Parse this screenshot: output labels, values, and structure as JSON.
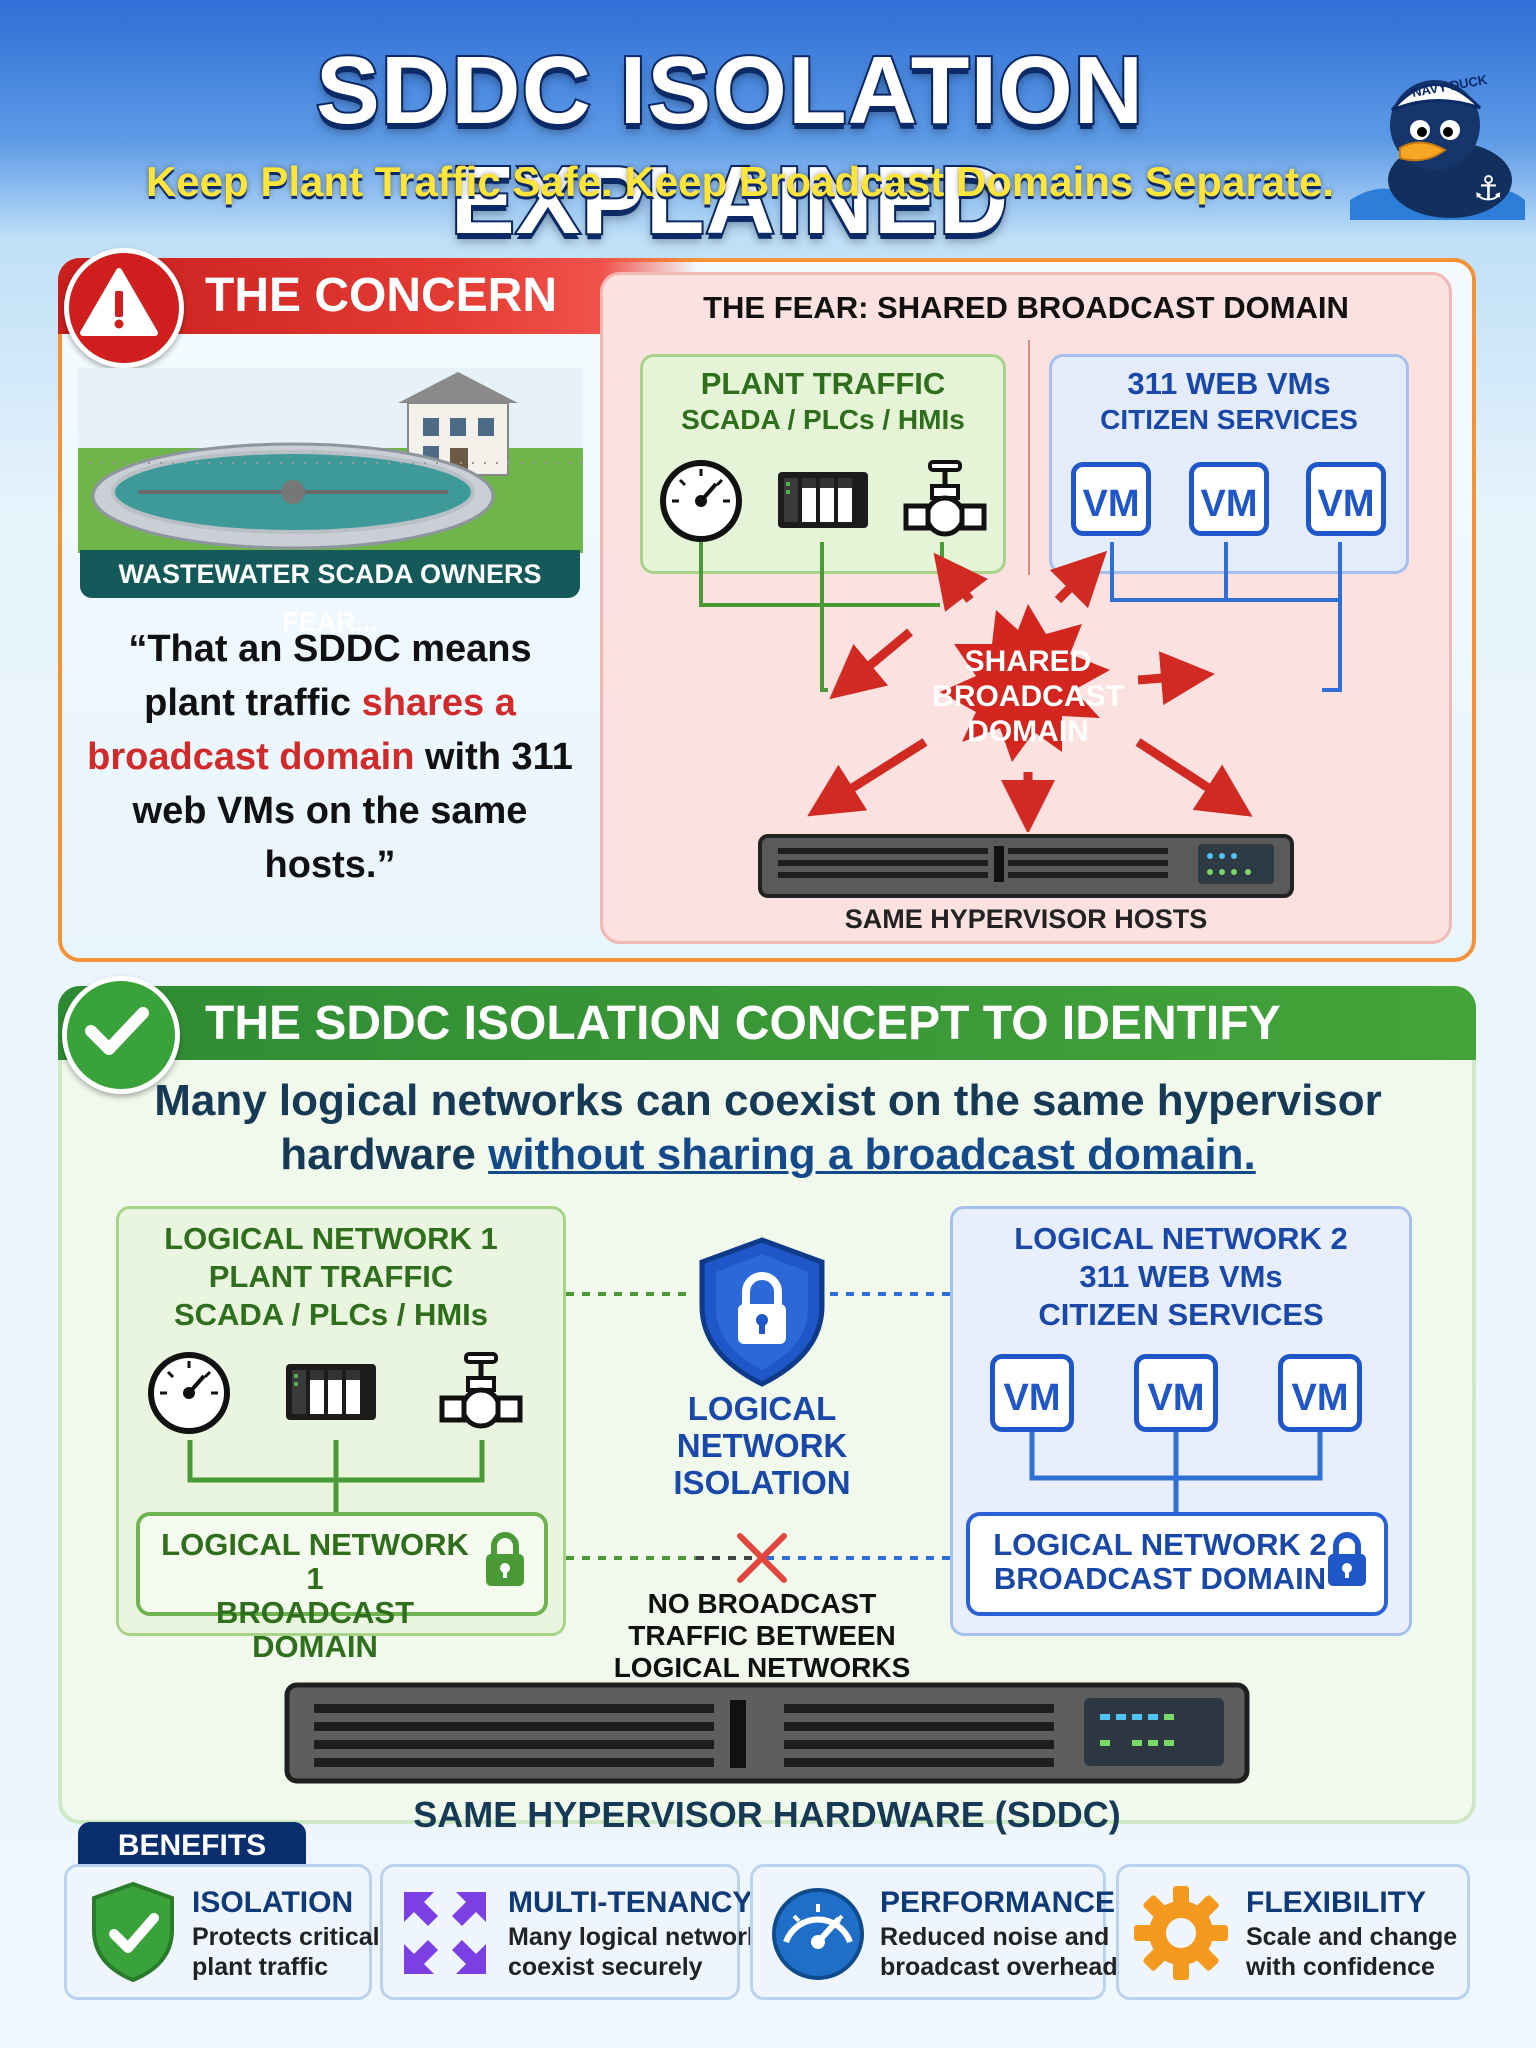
{
  "header": {
    "title": "SDDC ISOLATION EXPLAINED",
    "subtitle": "Keep Plant Traffic Safe. Keep Broadcast Domains Separate.",
    "mascot_hat": "NAVY DUCK"
  },
  "concern": {
    "heading": "THE CONCERN",
    "scene_label": "WASTEWATER SCADA OWNERS FEAR...",
    "quote": {
      "part1": "“That an SDDC means plant traffic ",
      "highlight": "shares a broadcast domain",
      "part2": " with 311 web VMs on the same hosts.”"
    },
    "fear_title": "THE FEAR: SHARED BROADCAST DOMAIN",
    "plant": {
      "title": "PLANT TRAFFIC",
      "subtitle": "SCADA / PLCs / HMIs"
    },
    "web": {
      "title": "311 WEB VMs",
      "subtitle": "CITIZEN SERVICES"
    },
    "vm_label": "VM",
    "burst": [
      "SHARED",
      "BROADCAST",
      "DOMAIN"
    ],
    "host_label": "SAME HYPERVISOR HOSTS"
  },
  "isolation": {
    "heading": "THE SDDC ISOLATION CONCEPT TO IDENTIFY",
    "lead_line1": "Many logical networks can coexist on the same hypervisor",
    "lead_line2_plain": "hardware ",
    "lead_line2_underlined": "without sharing a broadcast domain.",
    "network1": {
      "line1": "LOGICAL NETWORK 1",
      "line2": "PLANT TRAFFIC",
      "line3": "SCADA / PLCs / HMIs",
      "domain1": "LOGICAL NETWORK 1",
      "domain2": "BROADCAST DOMAIN"
    },
    "network2": {
      "line1": "LOGICAL NETWORK 2",
      "line2": "311 WEB VMs",
      "line3": "CITIZEN SERVICES",
      "domain1": "LOGICAL NETWORK 2",
      "domain2": "BROADCAST DOMAIN"
    },
    "vm_label": "VM",
    "center": [
      "LOGICAL",
      "NETWORK",
      "ISOLATION"
    ],
    "no_broadcast": [
      "NO BROADCAST",
      "TRAFFIC BETWEEN",
      "LOGICAL NETWORKS"
    ],
    "hardware_label": "SAME HYPERVISOR HARDWARE (SDDC)"
  },
  "benefits": {
    "tab": "BENEFITS",
    "items": [
      {
        "title": "ISOLATION",
        "desc1": "Protects critical",
        "desc2": "plant traffic",
        "icon": "shield-check-icon"
      },
      {
        "title": "MULTI-TENANCY",
        "desc1": "Many logical networks",
        "desc2": "coexist securely",
        "icon": "expand-arrows-icon"
      },
      {
        "title": "PERFORMANCE",
        "desc1": "Reduced noise and",
        "desc2": "broadcast overhead",
        "icon": "speedometer-icon"
      },
      {
        "title": "FLEXIBILITY",
        "desc1": "Scale and change",
        "desc2": "with confidence",
        "icon": "gear-icon"
      }
    ]
  },
  "colors": {
    "danger": "#d11f1f",
    "success": "#3aa23a",
    "plant_green": "#4a9a38",
    "web_blue": "#1f56c8",
    "navy": "#0b2f6e"
  }
}
